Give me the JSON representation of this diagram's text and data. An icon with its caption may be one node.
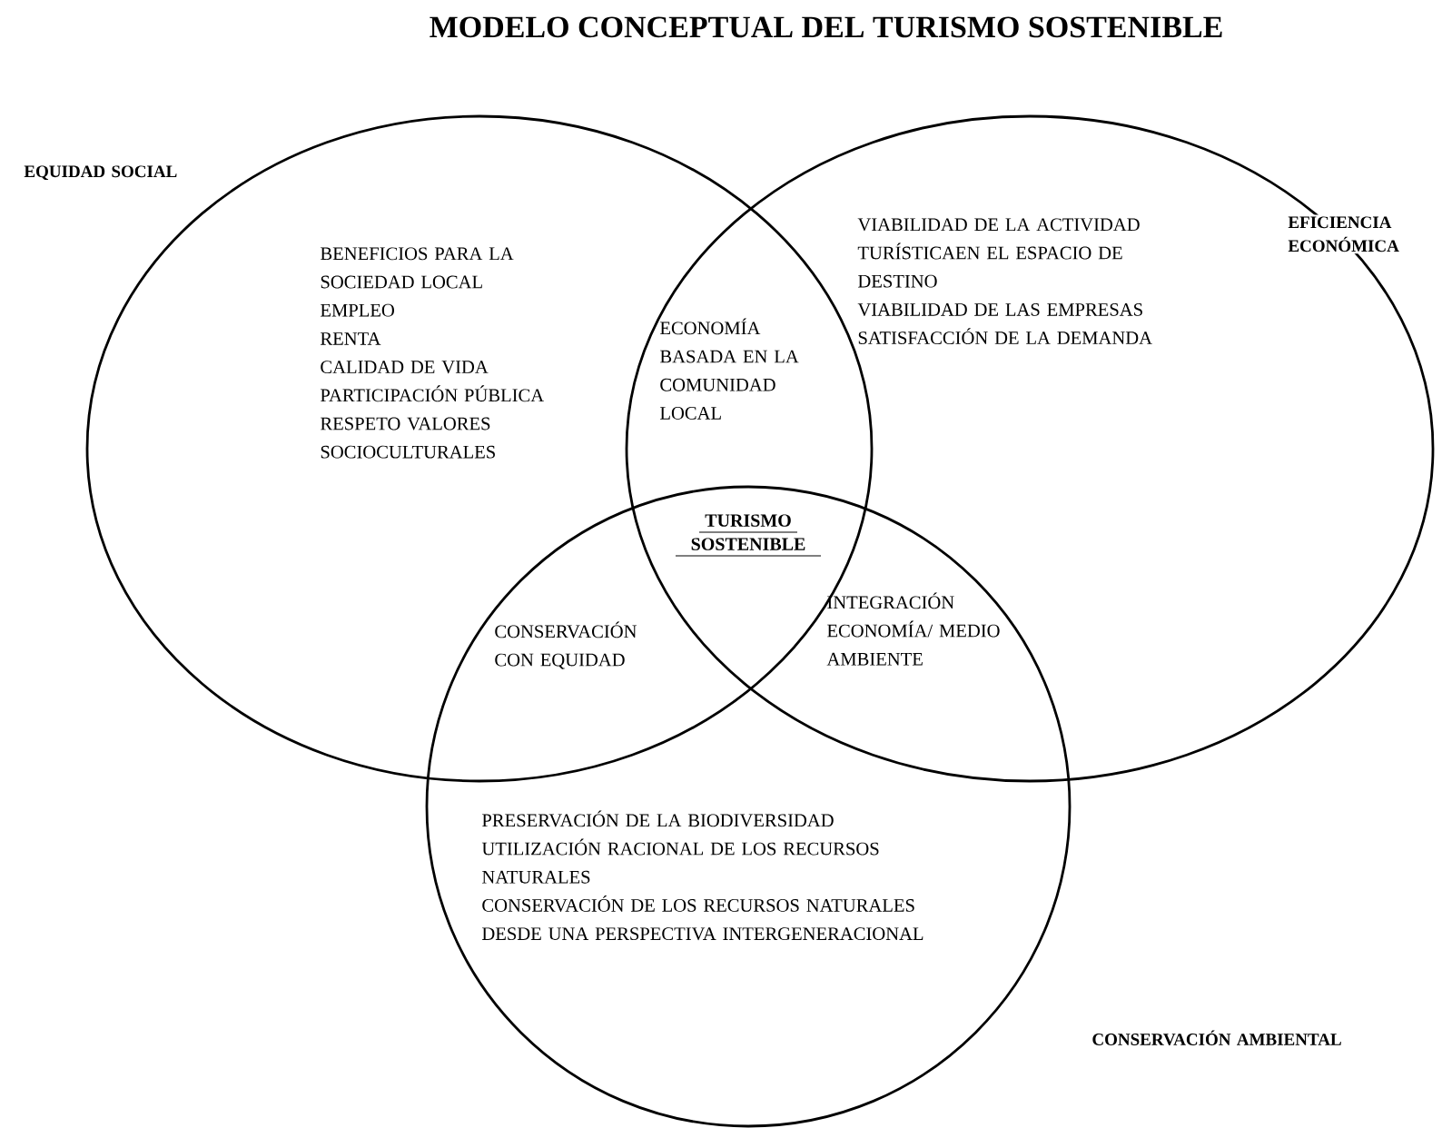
{
  "diagram": {
    "title": "MODELO CONCEPTUAL DEL TURISMO SOSTENIBLE",
    "nodes": [
      {
        "text": [
          "EQUIDAD  SOCIAL",
          "BENEFICIOS PARA LA SOCIEDAD LOCAL",
          "EMPLEO",
          "RENTA",
          "CALIDAD DE VIDA",
          "PARTICIPACIÓN PÚBLICA",
          "RESPETO VALORES SOCIOCULTURALES"
        ]
      },
      {
        "text": [
          "EFICIENCIA ECONÓMICA",
          "VIABILIDAD DE LA ACTIVIDAD TURÍSTICAEN EL ESPACIO DE DESTINO",
          "VIABILIDAD DE LAS EMPRESAS",
          "SATISFACCIÓN DE LA DEMANDA"
        ]
      },
      {
        "text": [
          "CONSERVACIÓN AMBIENTAL",
          "PRESERVACIÓN DE LA BIODIVERSIDAD",
          "UTILIZACIÓN RACIONAL DE LOS RECURSOS NATURALES",
          "CONSERVACIÓN DE LOS RECURSOS NATURALES DESDE UNA PERSPECTIVA INTERGENERACIONAL"
        ]
      }
    ],
    "labels": [
      "ECONOMÍA BASADA EN LA COMUNIDAD LOCAL",
      "TURISMO SOSTENIBLE",
      "CONSERVACIÓN CON EQUIDAD",
      "INTEGRACIÓN ECONOMÍA/ MEDIO AMBIENTE"
    ]
  }
}
